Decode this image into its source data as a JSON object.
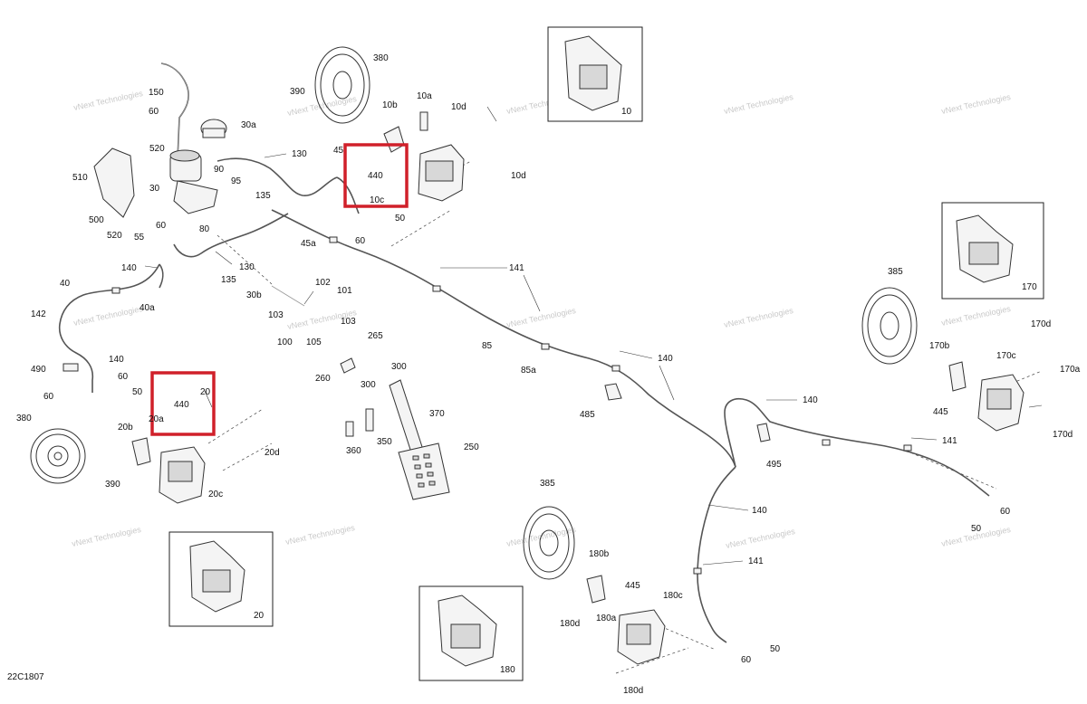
{
  "diagram_code": "22C1807",
  "watermark": "vNext Technologies",
  "highlight_color": "#d0202a",
  "callouts": {
    "c10": "10",
    "c10a": "10a",
    "c10b": "10b",
    "c10c": "10c",
    "c10d_top": "10d",
    "c10d_bot": "10d",
    "c20": "20",
    "c20_inset": "20",
    "c20a": "20a",
    "c20b": "20b",
    "c20c": "20c",
    "c20d": "20d",
    "c30": "30",
    "c30a": "30a",
    "c30b": "30b",
    "c40": "40",
    "c40a": "40a",
    "c45": "45",
    "c45a": "45a",
    "c50_a": "50",
    "c50_b": "50",
    "c50_c": "50",
    "c50_d": "50",
    "c55": "55",
    "c60_a": "60",
    "c60_b": "60",
    "c60_c": "60",
    "c60_d": "60",
    "c60_e": "60",
    "c60_f": "60",
    "c60_g": "60",
    "c80": "80",
    "c85": "85",
    "c85a": "85a",
    "c90": "90",
    "c95": "95",
    "c100": "100",
    "c101": "101",
    "c102": "102",
    "c103_a": "103",
    "c103_b": "103",
    "c105": "105",
    "c130_a": "130",
    "c130_b": "130",
    "c135_a": "135",
    "c135_b": "135",
    "c140_a": "140",
    "c140_b": "140",
    "c140_c": "140",
    "c140_d": "140",
    "c140_e": "140",
    "c141_a": "141",
    "c141_b": "141",
    "c141_c": "141",
    "c142": "142",
    "c150": "150",
    "c170": "170",
    "c170a": "170a",
    "c170b": "170b",
    "c170c": "170c",
    "c170d_top": "170d",
    "c170d_bot": "170d",
    "c180": "180",
    "c180a": "180a",
    "c180b": "180b",
    "c180c": "180c",
    "c180d_top": "180d",
    "c180d_bot": "180d",
    "c250": "250",
    "c260": "260",
    "c265": "265",
    "c300_a": "300",
    "c300_b": "300",
    "c350": "350",
    "c360": "360",
    "c370": "370",
    "c380_a": "380",
    "c380_b": "380",
    "c385_a": "385",
    "c385_b": "385",
    "c390_a": "390",
    "c390_b": "390",
    "c440_a": "440",
    "c440_b": "440",
    "c445_a": "445",
    "c445_b": "445",
    "c485": "485",
    "c490": "490",
    "c495": "495",
    "c500": "500",
    "c510": "510",
    "c520_a": "520",
    "c520_b": "520"
  }
}
